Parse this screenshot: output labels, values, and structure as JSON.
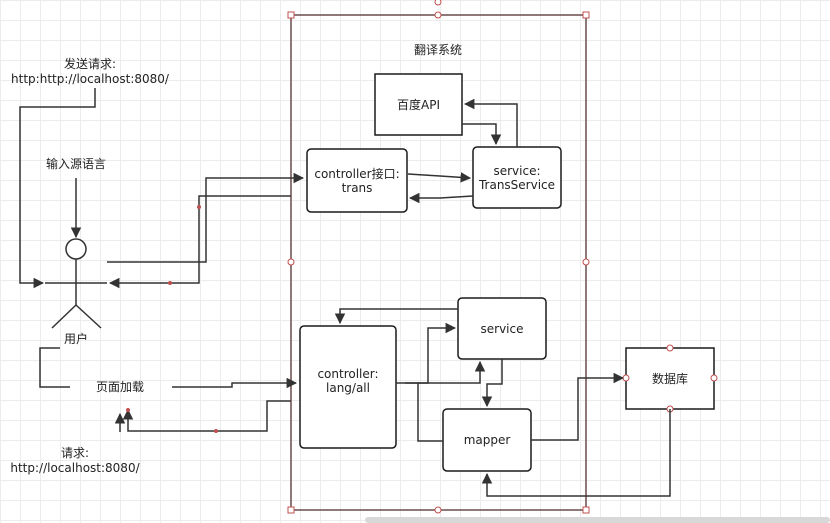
{
  "diagram": {
    "system_title": "翻译系统",
    "send_request": {
      "line1": "发送请求:",
      "line2": "http:http://localhost:8080/"
    },
    "input_source": "输入源语言",
    "user": "用户",
    "page_load": "页面加载",
    "request": {
      "line1": "请求:",
      "line2": "http://localhost:8080/"
    },
    "baidu_api": "百度API",
    "controller_trans": {
      "line1": "controller接口:",
      "line2": "trans"
    },
    "service_trans": {
      "line1": "service:",
      "line2": "TransService"
    },
    "controller_lang": {
      "line1": "controller:",
      "line2": "lang/all"
    },
    "service": "service",
    "mapper": "mapper",
    "database": "数据库"
  },
  "colors": {
    "system_border": "#6b4c4c",
    "box_border": "#1a1a1a",
    "line": "#333333",
    "handle": "#c0504d"
  }
}
